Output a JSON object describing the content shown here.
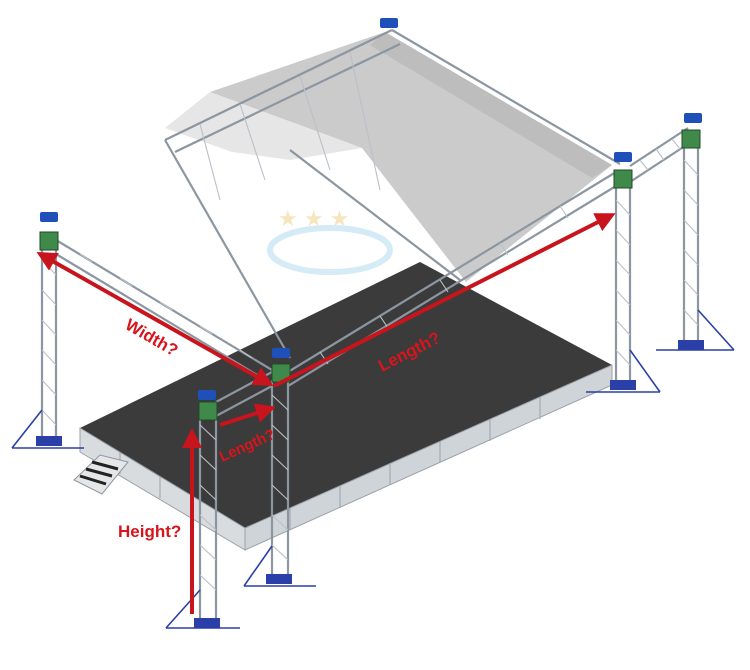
{
  "labels": {
    "width": "Width?",
    "length_main": "Length?",
    "length_side": "Length?",
    "height": "Height?"
  },
  "colors": {
    "arrow": "#c8141c",
    "label": "#d8141c",
    "roof": "#c9c9c9",
    "stage_deck": "#3a3a3a",
    "truss": "#b9c0c8",
    "motor": "#1f4fb8",
    "junction_block": "#3f8a4a",
    "base_plate": "#2b3fa8"
  },
  "icons": [
    "chain-hoist-icon",
    "junction-block-icon",
    "base-plate-icon",
    "outrigger-icon",
    "stairs-icon"
  ]
}
